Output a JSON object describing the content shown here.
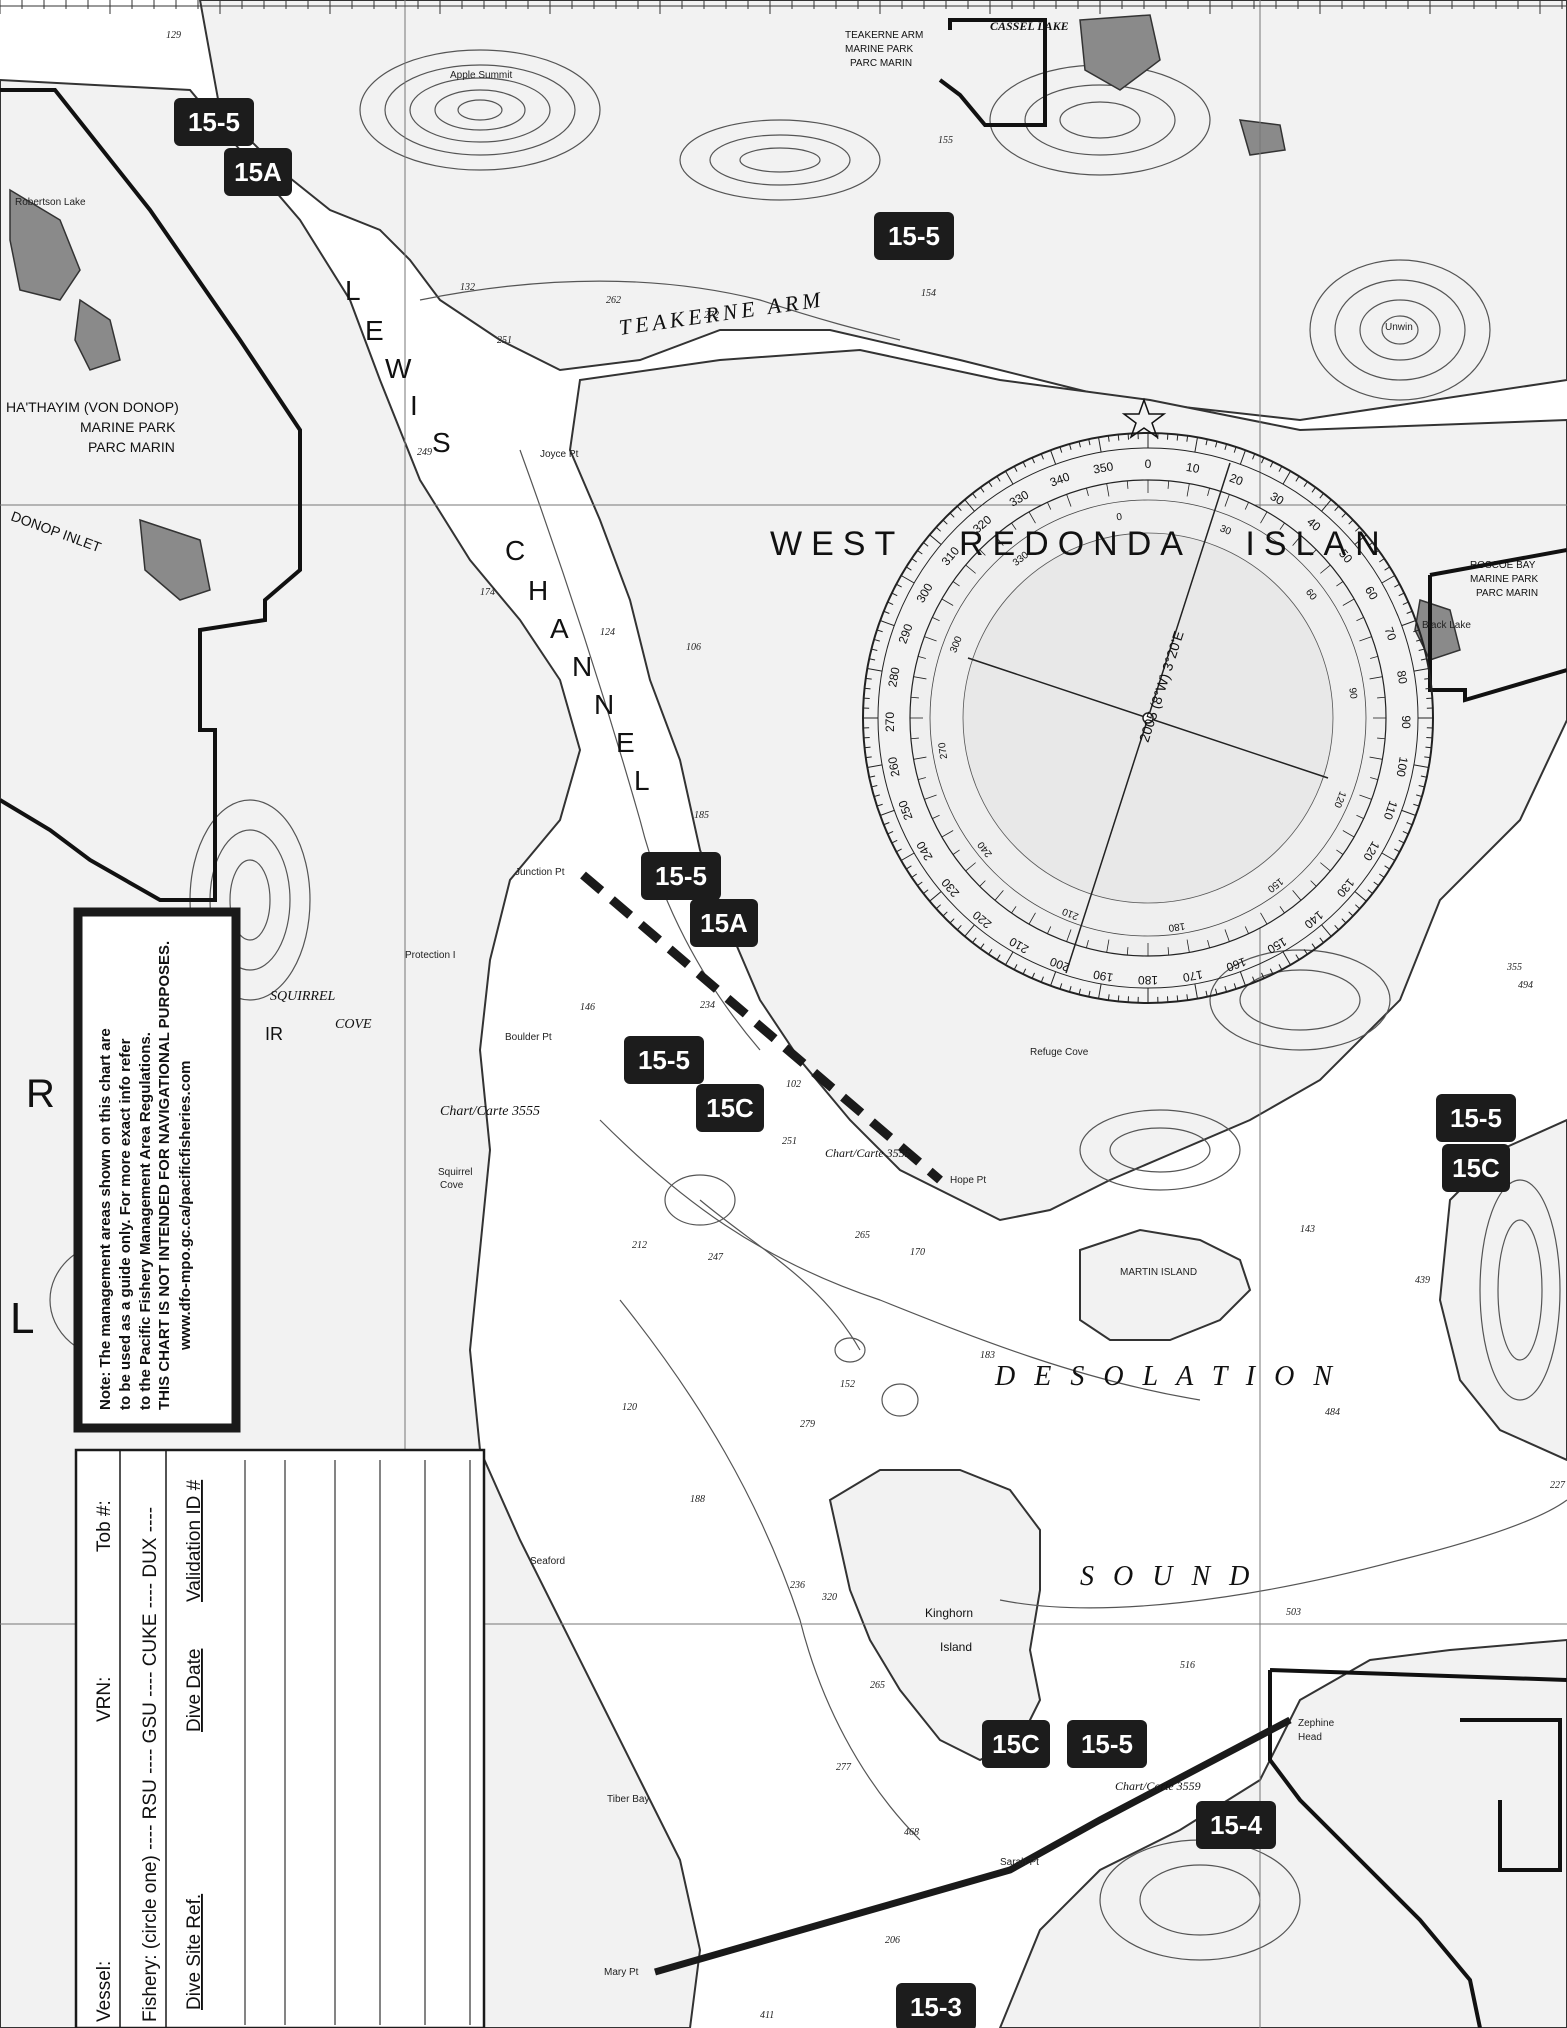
{
  "badges": [
    {
      "text": "15-5"
    },
    {
      "text": "15A"
    },
    {
      "text": "15-5"
    },
    {
      "text": "15-5"
    },
    {
      "text": "15A"
    },
    {
      "text": "15-5"
    },
    {
      "text": "15C"
    },
    {
      "text": "15-5"
    },
    {
      "text": "15C"
    },
    {
      "text": "15C"
    },
    {
      "text": "15-5"
    },
    {
      "text": "15-4"
    },
    {
      "text": "15-3"
    }
  ],
  "place_names": {
    "lewis": [
      "L",
      "E",
      "W",
      "I",
      "S"
    ],
    "channel": [
      "C",
      "H",
      "A",
      "N",
      "N",
      "E",
      "L"
    ],
    "teakerne_arm": "TEAKERNE ARM",
    "west_redonda_island": "WEST   REDONDA   ISLAN",
    "desolation": "D E S O L A T I O N",
    "sound": "S O U N D",
    "squirrel_cove": [
      "SQUIRREL",
      "COVE"
    ],
    "hathayim_park": [
      "HA'THAYIM (VON DONOP)",
      "MARINE PARK",
      "PARC MARIN"
    ],
    "teakerne_arm_park": [
      "TEAKERNE ARM",
      "MARINE PARK",
      "PARC MARIN"
    ],
    "roscoe_bay_park": [
      "ROSCOE BAY",
      "MARINE PARK",
      "PARC MARIN"
    ],
    "cassel_lake": "CASSEL LAKE",
    "donop_inlet": "DONOP INLET",
    "junction_pt": "Junction Pt",
    "refuge_cove": "Refuge Cove",
    "protection_i": "Protection I",
    "boulder_pt": "Boulder Pt",
    "joyce_pt": "Joyce Pt",
    "hope_pt": "Hope Pt",
    "martin_island": "MARTIN ISLAND",
    "kinghorn_island": [
      "Kinghorn",
      "Island"
    ],
    "mary_pt": "Mary Pt",
    "sarah_pt": "Sarah Pt",
    "zephine_head": [
      "Zephine",
      "Head"
    ],
    "seaford": "Seaford",
    "tiber_bay": "Tiber Bay",
    "squirrel_cove_small": [
      "Squirrel",
      "Cove"
    ],
    "ir": "IR",
    "big_r": "R",
    "big_l": "L",
    "apple_summit": "Apple Summit",
    "robertson_lake": "Robertson Lake",
    "black_lake": "Black Lake",
    "unwin": "Unwin",
    "chart_3555_a": "Chart/Carte 3555",
    "chart_3555_b": "Chart/Carte 3555",
    "chart_3559": "Chart/Carte 3559",
    "variation": "2005 (8°W) 3°20'E"
  },
  "compass": {
    "outer_labels": [
      "0",
      "10",
      "20",
      "30",
      "40",
      "50",
      "60",
      "70",
      "80",
      "90",
      "100",
      "110",
      "120",
      "130",
      "140",
      "150",
      "160",
      "170",
      "180",
      "190",
      "200",
      "210",
      "220",
      "230",
      "240",
      "250",
      "260",
      "270",
      "280",
      "290",
      "300",
      "310",
      "320",
      "330",
      "340",
      "350"
    ],
    "inner_labels": [
      "0",
      "30",
      "60",
      "90",
      "120",
      "150",
      "180",
      "210",
      "240",
      "270",
      "300",
      "330"
    ]
  },
  "note": {
    "lines": [
      "Note: The management areas shown on this chart are",
      "to be used as a guide only. For more exact info refer",
      "to the Pacific Fishery Management Area Regulations.",
      "THIS CHART IS NOT INTENDED FOR NAVIGATIONAL PURPOSES.",
      "www.dfo-mpo.gc.ca/pacificfisheries.com"
    ]
  },
  "form": {
    "vessel_label": "Vessel:",
    "vrn_label": "VRN:",
    "tob_label": "Tob #:",
    "fishery_line": "Fishery: (circle one) ---- RSU ---- GSU ---- CUKE ---- DUX ----",
    "columns": [
      "Dive Site Ref.",
      "Dive Date",
      "Validation ID #"
    ]
  },
  "depths": [
    {
      "v": "129"
    },
    {
      "v": "132"
    },
    {
      "v": "262"
    },
    {
      "v": "272"
    },
    {
      "v": "251"
    },
    {
      "v": "249"
    },
    {
      "v": "174"
    },
    {
      "v": "124"
    },
    {
      "v": "106"
    },
    {
      "v": "185"
    },
    {
      "v": "146"
    },
    {
      "v": "234"
    },
    {
      "v": "102"
    },
    {
      "v": "251"
    },
    {
      "v": "265"
    },
    {
      "v": "170"
    },
    {
      "v": "247"
    },
    {
      "v": "212"
    },
    {
      "v": "152"
    },
    {
      "v": "279"
    },
    {
      "v": "183"
    },
    {
      "v": "120"
    },
    {
      "v": "188"
    },
    {
      "v": "236"
    },
    {
      "v": "320"
    },
    {
      "v": "265"
    },
    {
      "v": "277"
    },
    {
      "v": "468"
    },
    {
      "v": "206"
    },
    {
      "v": "411"
    },
    {
      "v": "503"
    },
    {
      "v": "484"
    },
    {
      "v": "439"
    },
    {
      "v": "355"
    },
    {
      "v": "494"
    },
    {
      "v": "516"
    },
    {
      "v": "155"
    },
    {
      "v": "154"
    },
    {
      "v": "143"
    },
    {
      "v": "227"
    }
  ]
}
